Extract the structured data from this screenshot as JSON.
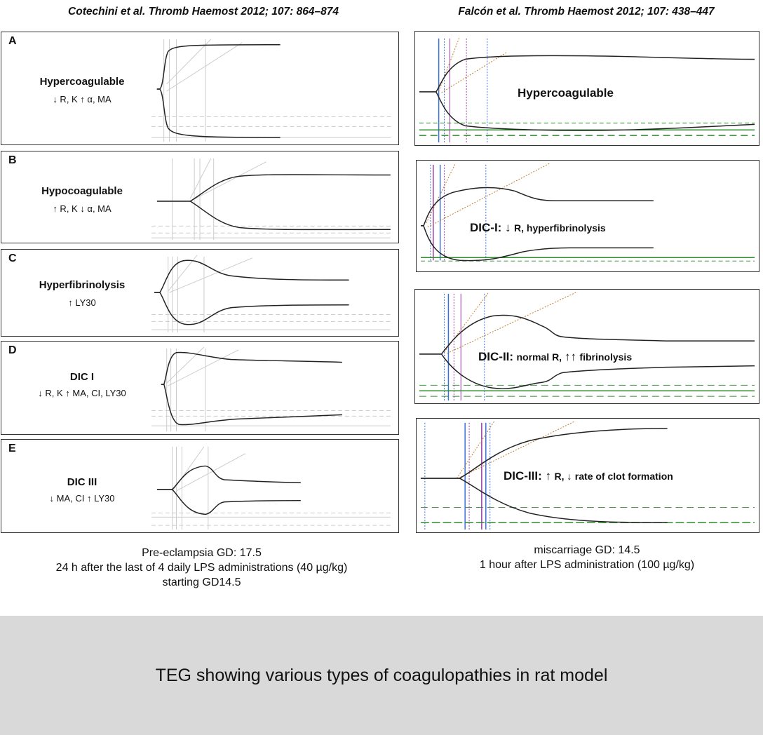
{
  "headers": {
    "left": "Cotechini et al. Thromb Haemost 2012; 107: 864–874",
    "right": "Falcón et al. Thromb Haemost 2012; 107: 438–447"
  },
  "left_panels": [
    {
      "letter": "A",
      "title": "Hypercoagulable",
      "sub": "↓ R, K ↑ α, MA"
    },
    {
      "letter": "B",
      "title": "Hypocoagulable",
      "sub": "↑ R, K ↓ α, MA"
    },
    {
      "letter": "C",
      "title": "Hyperfibrinolysis",
      "sub": "↑ LY30"
    },
    {
      "letter": "D",
      "title": "DIC I",
      "sub": "↓ R, K ↑ MA, CI, LY30"
    },
    {
      "letter": "E",
      "title": "DIC III",
      "sub": "↓ MA, CI ↑ LY30"
    }
  ],
  "right_panels": [
    {
      "title": "Hypercoagulable"
    },
    {
      "title_main": "DIC-I: ↓",
      "title_rest": "R, hyperfibrinolysis"
    },
    {
      "title_main": "DIC-II:",
      "title_mid": "normal R, ",
      "title_arrows": "↑↑",
      "title_rest": "fibrinolysis"
    },
    {
      "title_main": "DIC-III: ↑",
      "title_mid": "R, ↓",
      "title_rest": "rate of clot formation"
    }
  ],
  "captions": {
    "left": [
      "Pre-eclampsia GD: 17.5",
      "24 h after the last of 4 daily LPS administrations (40 µg/kg)",
      "starting GD14.5"
    ],
    "right": [
      "miscarriage GD: 14.5",
      "1 hour after LPS administration (100 µg/kg)"
    ]
  },
  "footer": "TEG showing various types of coagulopathies in rat model",
  "colors": {
    "trace": "#222222",
    "guide": "#bbbbbb",
    "blue": "#3a6fd8",
    "purple": "#9a3aa8",
    "orange": "#c07a2a",
    "green": "#2e8b2e",
    "footer_bg": "#d9d9d9"
  }
}
